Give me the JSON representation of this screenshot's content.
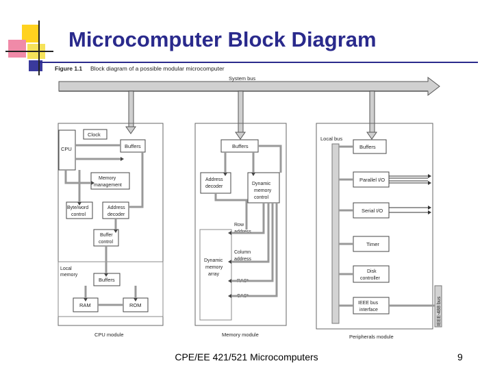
{
  "slide": {
    "title": "Microcomputer Block Diagram",
    "footer": "CPE/EE 421/521 Microcomputers",
    "page_number": "9"
  },
  "figure": {
    "caption_label": "Figure 1.1",
    "caption_text": "Block diagram of a possible modular microcomputer",
    "system_bus": "System bus",
    "cpu_module": {
      "label": "CPU module",
      "clock": "Clock",
      "cpu": "CPU",
      "buffers": "Buffers",
      "memory_management": [
        "Memory",
        "management"
      ],
      "byte_word_control": [
        "Byte/word",
        "control"
      ],
      "address_decoder": [
        "Address",
        "decoder"
      ],
      "buffer_control": [
        "Buffer",
        "control"
      ],
      "local_memory": [
        "Local",
        "memory"
      ],
      "local_buffers": "Buffers",
      "ram": "RAM",
      "rom": "ROM"
    },
    "memory_module": {
      "label": "Memory module",
      "buffers": "Buffers",
      "address_decoder": [
        "Address",
        "decoder"
      ],
      "dynamic_memory_control": [
        "Dynamic",
        "memory",
        "control"
      ],
      "row_address": [
        "Row",
        "address"
      ],
      "column_address": [
        "Column",
        "address"
      ],
      "dynamic_memory_array": [
        "Dynamic",
        "memory",
        "array"
      ],
      "ras": "RAS*",
      "cas": "CAS*"
    },
    "peripherals_module": {
      "label": "Peripherals module",
      "local_bus": "Local bus",
      "buffers": "Buffers",
      "parallel_io": "Parallel I/O",
      "serial_io": "Serial I/O",
      "timer": "Timer",
      "disk_controller": [
        "Disk",
        "controller"
      ],
      "ieee_interface": [
        "IEEE bus",
        "interface"
      ],
      "ieee_bus": "IEEE-488 bus"
    }
  }
}
